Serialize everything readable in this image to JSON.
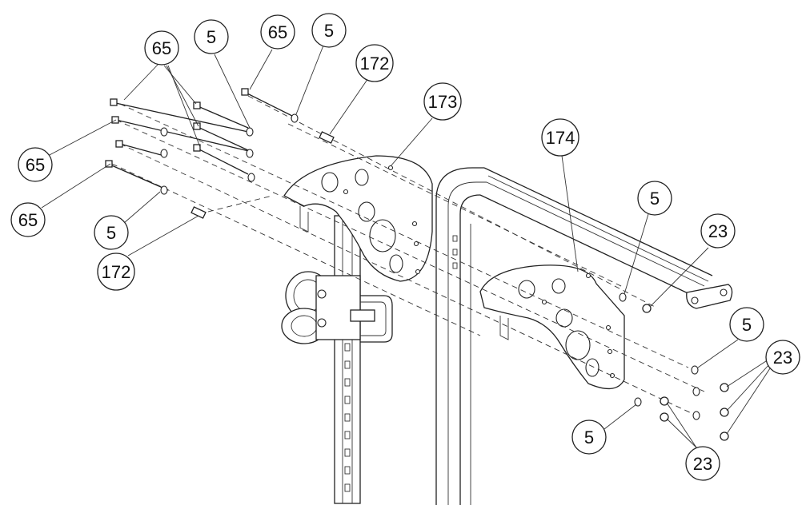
{
  "diagram": {
    "callouts": [
      {
        "id": "c65a",
        "label": "65"
      },
      {
        "id": "c5a",
        "label": "5"
      },
      {
        "id": "c65b",
        "label": "65"
      },
      {
        "id": "c5b",
        "label": "5"
      },
      {
        "id": "c172a",
        "label": "172"
      },
      {
        "id": "c173",
        "label": "173"
      },
      {
        "id": "c65c",
        "label": "65"
      },
      {
        "id": "c65d",
        "label": "65"
      },
      {
        "id": "c5c",
        "label": "5"
      },
      {
        "id": "c172b",
        "label": "172"
      },
      {
        "id": "c174",
        "label": "174"
      },
      {
        "id": "c5d",
        "label": "5"
      },
      {
        "id": "c23a",
        "label": "23"
      },
      {
        "id": "c5e",
        "label": "5"
      },
      {
        "id": "c23b",
        "label": "23"
      },
      {
        "id": "c5f",
        "label": "5"
      },
      {
        "id": "c23c",
        "label": "23"
      }
    ]
  }
}
